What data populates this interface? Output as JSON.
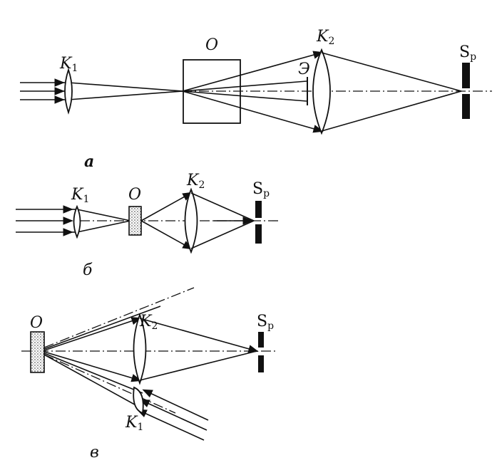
{
  "diagram_a": {
    "caption": "а",
    "labels": {
      "condenser1": "K",
      "condenser1_sub": "1",
      "object": "О",
      "condenser2": "K",
      "condenser2_sub": "2",
      "screen": "Э",
      "spectrograph": "S",
      "spectrograph_sub": "p"
    }
  },
  "diagram_b": {
    "caption": "б",
    "labels": {
      "condenser1": "K",
      "condenser1_sub": "1",
      "object": "О",
      "condenser2": "K",
      "condenser2_sub": "2",
      "spectrograph": "S",
      "spectrograph_sub": "p"
    }
  },
  "diagram_c": {
    "caption": "в",
    "labels": {
      "condenser1": "K",
      "condenser1_sub": "1",
      "object": "О",
      "condenser2": "K",
      "condenser2_sub": "2",
      "spectrograph": "S",
      "spectrograph_sub": "p"
    }
  }
}
